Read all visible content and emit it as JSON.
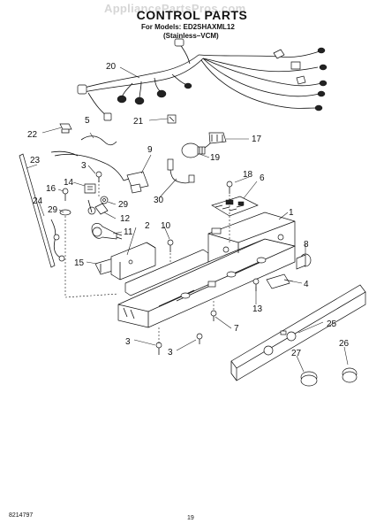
{
  "watermark": "AppliancePartsPros.com",
  "header": {
    "title": "CONTROL PARTS",
    "models_line": "For Models: ED2SHAXML12",
    "variant_line": "(Stainless–VCM)"
  },
  "callouts": {
    "c1": "1",
    "c2": "2",
    "c3a": "3",
    "c3b": "3",
    "c3c": "3",
    "c4": "4",
    "c5": "5",
    "c6": "6",
    "c7": "7",
    "c8": "8",
    "c9": "9",
    "c10": "10",
    "c11": "11",
    "c12": "12",
    "c13": "13",
    "c14": "14",
    "c15": "15",
    "c16": "16",
    "c17": "17",
    "c18": "18",
    "c19": "19",
    "c20": "20",
    "c21": "21",
    "c22": "22",
    "c23": "23",
    "c24": "24",
    "c25": "25",
    "c26": "26",
    "c27": "27",
    "c29a": "29",
    "c29b": "29",
    "c30": "30"
  },
  "footer": {
    "doc_number": "8214797",
    "page_number": "19"
  }
}
